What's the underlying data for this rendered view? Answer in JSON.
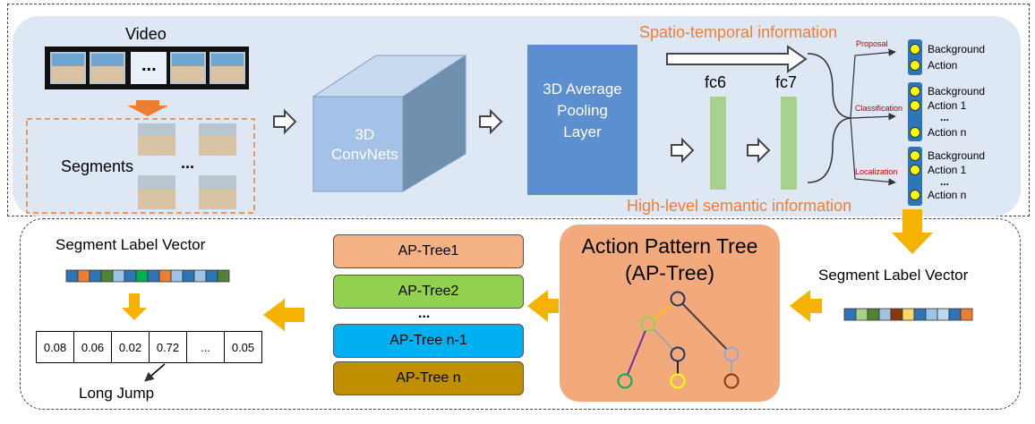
{
  "top": {
    "video_label": "Video",
    "frames_ellipsis": "...",
    "segments_label": "Segments",
    "segments_ellipsis": "...",
    "convnet_label": "3D\nConvNets",
    "pooling_label": "3D Average\nPooling\nLayer",
    "fc6": "fc6",
    "fc7": "fc7",
    "spatio_temporal": "Spatio-temporal information",
    "high_level": "High-level semantic  information",
    "proposal": "Proposal",
    "classification": "Classification",
    "localization": "Localization",
    "outputs": {
      "proposal": [
        "Background",
        "Action"
      ],
      "classification": [
        "Background",
        "Action 1",
        "...",
        "Action n"
      ],
      "localization": [
        "Background",
        "Action 1",
        "...",
        "Action n"
      ]
    }
  },
  "bottom": {
    "segment_label_vector_right": "Segment Label Vector",
    "segment_label_vector_left": "Segment Label Vector",
    "aptree_title": "Action Pattern Tree\n(AP-Tree)",
    "ap_trees": [
      "AP-Tree1",
      "AP-Tree2",
      "...",
      "AP-Tree n-1",
      "AP-Tree n"
    ],
    "probabilities": [
      "0.08",
      "0.06",
      "0.02",
      "0.72",
      "...",
      "0.05"
    ],
    "long_jump": "Long Jump"
  },
  "colors": {
    "panel_bg": "#dde8f4",
    "orange_arrow": "#f5b300",
    "orange_text": "#e8803a",
    "fc_green": "#a9d18e",
    "pool_blue": "#5b8fd0",
    "cube_front": "#a4c2e7",
    "aptree_bg": "#f2a97c",
    "ap1": "#f4b183",
    "ap2": "#92d050",
    "ap3": "#00b0f0",
    "ap4": "#bf8f00"
  },
  "vector_right_colors": [
    "#2e75b6",
    "#a9d18e",
    "#548235",
    "#9dc3e6",
    "#843c0c",
    "#ffd966",
    "#2e75b6",
    "#9dc3e6",
    "#bdd7ee",
    "#2e75b6",
    "#ed7d31"
  ],
  "vector_left_colors": [
    "#2e75b6",
    "#ed7d31",
    "#2e75b6",
    "#548235",
    "#9dc3e6",
    "#2e75b6",
    "#00b050",
    "#2e75b6",
    "#ed7d31",
    "#9dc3e6",
    "#2e75b6",
    "#9dc3e6",
    "#2e75b6",
    "#548235"
  ]
}
